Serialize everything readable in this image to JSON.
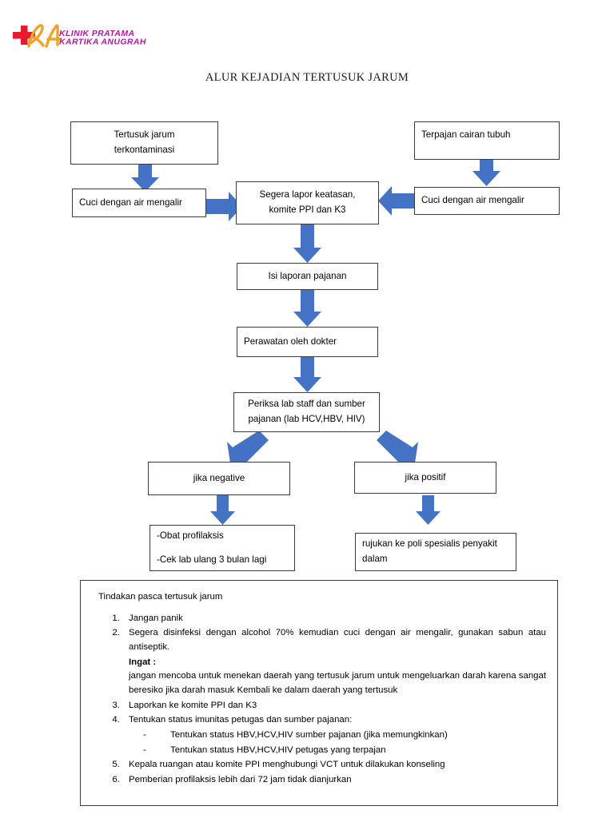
{
  "logo": {
    "line1": "KLINIK PRATAMA",
    "line2": "KARTIKA ANUGRAH",
    "monogram": "KA",
    "cross_color": "#E8192C",
    "script_color": "#F0A32A",
    "text_color": "#B0199C"
  },
  "title": "ALUR KEJADIAN TERTUSUK JARUM",
  "colors": {
    "arrow_blue": "#4472C4",
    "box_border": "#3A3A3A"
  },
  "flow": {
    "n1": {
      "line1": "Tertusuk jarum",
      "line2": "terkontaminasi"
    },
    "n2": {
      "line1": "Cuci dengan air mengalir"
    },
    "n3": {
      "line1": "Segera lapor keatasan,",
      "line2": "komite PPI dan K3"
    },
    "n4": {
      "line1": "Terpajan cairan tubuh"
    },
    "n5": {
      "line1": "Cuci dengan air mengalir"
    },
    "n6": {
      "line1": "Isi laporan pajanan"
    },
    "n7": {
      "line1": "Perawatan oleh dokter"
    },
    "n8": {
      "line1": "Periksa lab staff dan sumber",
      "line2": "pajanan (lab HCV,HBV, HIV)"
    },
    "n9": {
      "line1": "jika negative"
    },
    "n10": {
      "line1": "jika positif"
    },
    "n11": {
      "line1": "-Obat profilaksis",
      "line2": "-Cek lab ulang 3 bulan lagi"
    },
    "n12": {
      "line1": "rujukan ke poli spesialis penyakit",
      "line2": "dalam"
    }
  },
  "panel": {
    "heading": "Tindakan pasca tertusuk jarum",
    "items": {
      "i1": "Jangan panik",
      "i2": "Segera disinfeksi dengan alcohol 70% kemudian cuci dengan air mengalir, gunakan sabun atau antiseptik.",
      "i2_note_label": "Ingat :",
      "i2_note_body": "jangan mencoba untuk menekan daerah yang tertusuk jarum untuk mengeluarkan darah karena sangat beresiko jika darah masuk Kembali ke dalam daerah yang tertusuk",
      "i3": "Laporkan ke komite PPI dan K3",
      "i4": "Tentukan status imunitas petugas dan sumber pajanan:",
      "i4_sub1_dash": "-",
      "i4_sub1": "Tentukan status HBV,HCV,HIV sumber pajanan (jika memungkinkan)",
      "i4_sub2_dash": "-",
      "i4_sub2": "Tentukan status HBV,HCV,HIV petugas yang terpajan",
      "i5": " Kepala ruangan atau komite PPI menghubungi VCT untuk dilakukan konseling",
      "i6": "Pemberian profilaksis lebih dari 72 jam tidak dianjurkan"
    }
  }
}
